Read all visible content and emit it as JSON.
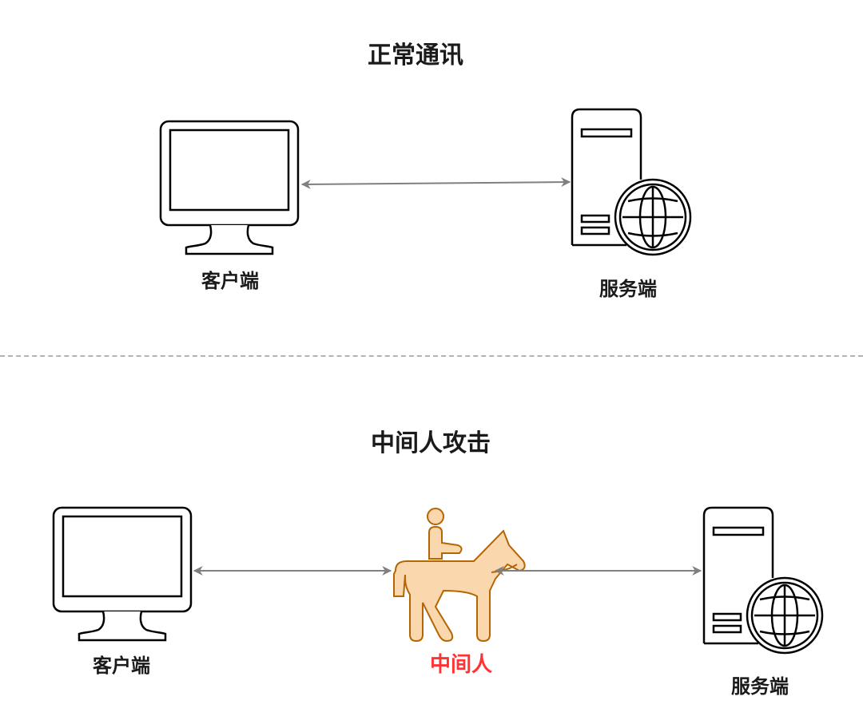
{
  "sections": [
    {
      "title": "正常通讯",
      "nodes": [
        {
          "id": "client",
          "label": "客户端",
          "icon": "monitor-icon"
        },
        {
          "id": "server",
          "label": "服务端",
          "icon": "web-server-icon"
        }
      ],
      "edges": [
        {
          "from": "client",
          "to": "server",
          "bidirectional": true
        }
      ]
    },
    {
      "title": "中间人攻击",
      "nodes": [
        {
          "id": "client",
          "label": "客户端",
          "icon": "monitor-icon"
        },
        {
          "id": "attacker",
          "label": "中间人",
          "icon": "horse-rider-icon"
        },
        {
          "id": "server",
          "label": "服务端",
          "icon": "web-server-icon"
        }
      ],
      "edges": [
        {
          "from": "client",
          "to": "attacker",
          "bidirectional": true
        },
        {
          "from": "attacker",
          "to": "server",
          "bidirectional": true
        }
      ]
    }
  ],
  "colors": {
    "text": "#1a1a1a",
    "attacker_label": "#ff3333",
    "attacker_fill": "#fad7ac",
    "attacker_stroke": "#b46504",
    "arrow": "#808080",
    "divider": "#b3b3b3"
  }
}
